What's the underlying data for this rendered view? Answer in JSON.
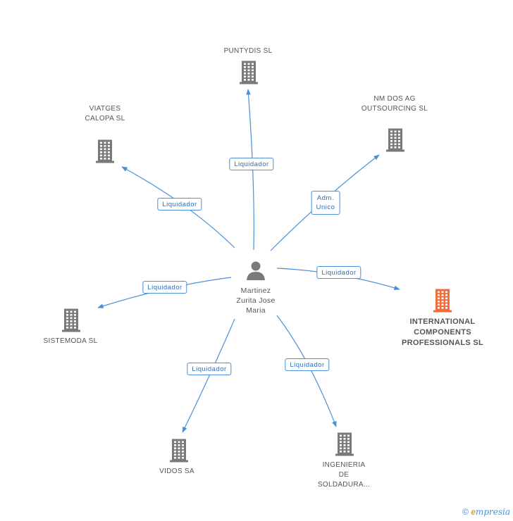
{
  "center": {
    "name": "Martinez Zurita Jose Maria",
    "lines": [
      "Martinez",
      "Zurita Jose",
      "Maria"
    ]
  },
  "companies": [
    {
      "id": "puntydis",
      "lines": [
        "PUNTYDIS SL"
      ],
      "relation": [
        "Liquidador"
      ],
      "highlight": false
    },
    {
      "id": "nmdos",
      "lines": [
        "NM DOS AG",
        "OUTSOURCING SL"
      ],
      "relation": [
        "Adm.",
        "Unico"
      ],
      "highlight": false
    },
    {
      "id": "viatges",
      "lines": [
        "VIATGES",
        "CALOPA SL"
      ],
      "relation": [
        "Liquidador"
      ],
      "highlight": false
    },
    {
      "id": "international",
      "lines": [
        "INTERNATIONAL",
        "COMPONENTS",
        "PROFESSIONALS SL"
      ],
      "relation": [
        "Liquidador"
      ],
      "highlight": true
    },
    {
      "id": "sistemoda",
      "lines": [
        "SISTEMODA SL"
      ],
      "relation": [
        "Liquidador"
      ],
      "highlight": false
    },
    {
      "id": "vidos",
      "lines": [
        "VIDOS SA"
      ],
      "relation": [
        "Liquidador"
      ],
      "highlight": false
    },
    {
      "id": "ingenieria",
      "lines": [
        "INGENIERIA",
        "DE",
        "SOLDADURA..."
      ],
      "relation": [
        "Liquidador"
      ],
      "highlight": false
    }
  ],
  "colors": {
    "edge": "#4a90d9",
    "building": "#7a7a7a",
    "building_highlight": "#f26b3a",
    "person": "#7a7a7a"
  },
  "footer": {
    "copyright": "©",
    "brand_initial": "e",
    "brand_rest": "mpresia"
  }
}
